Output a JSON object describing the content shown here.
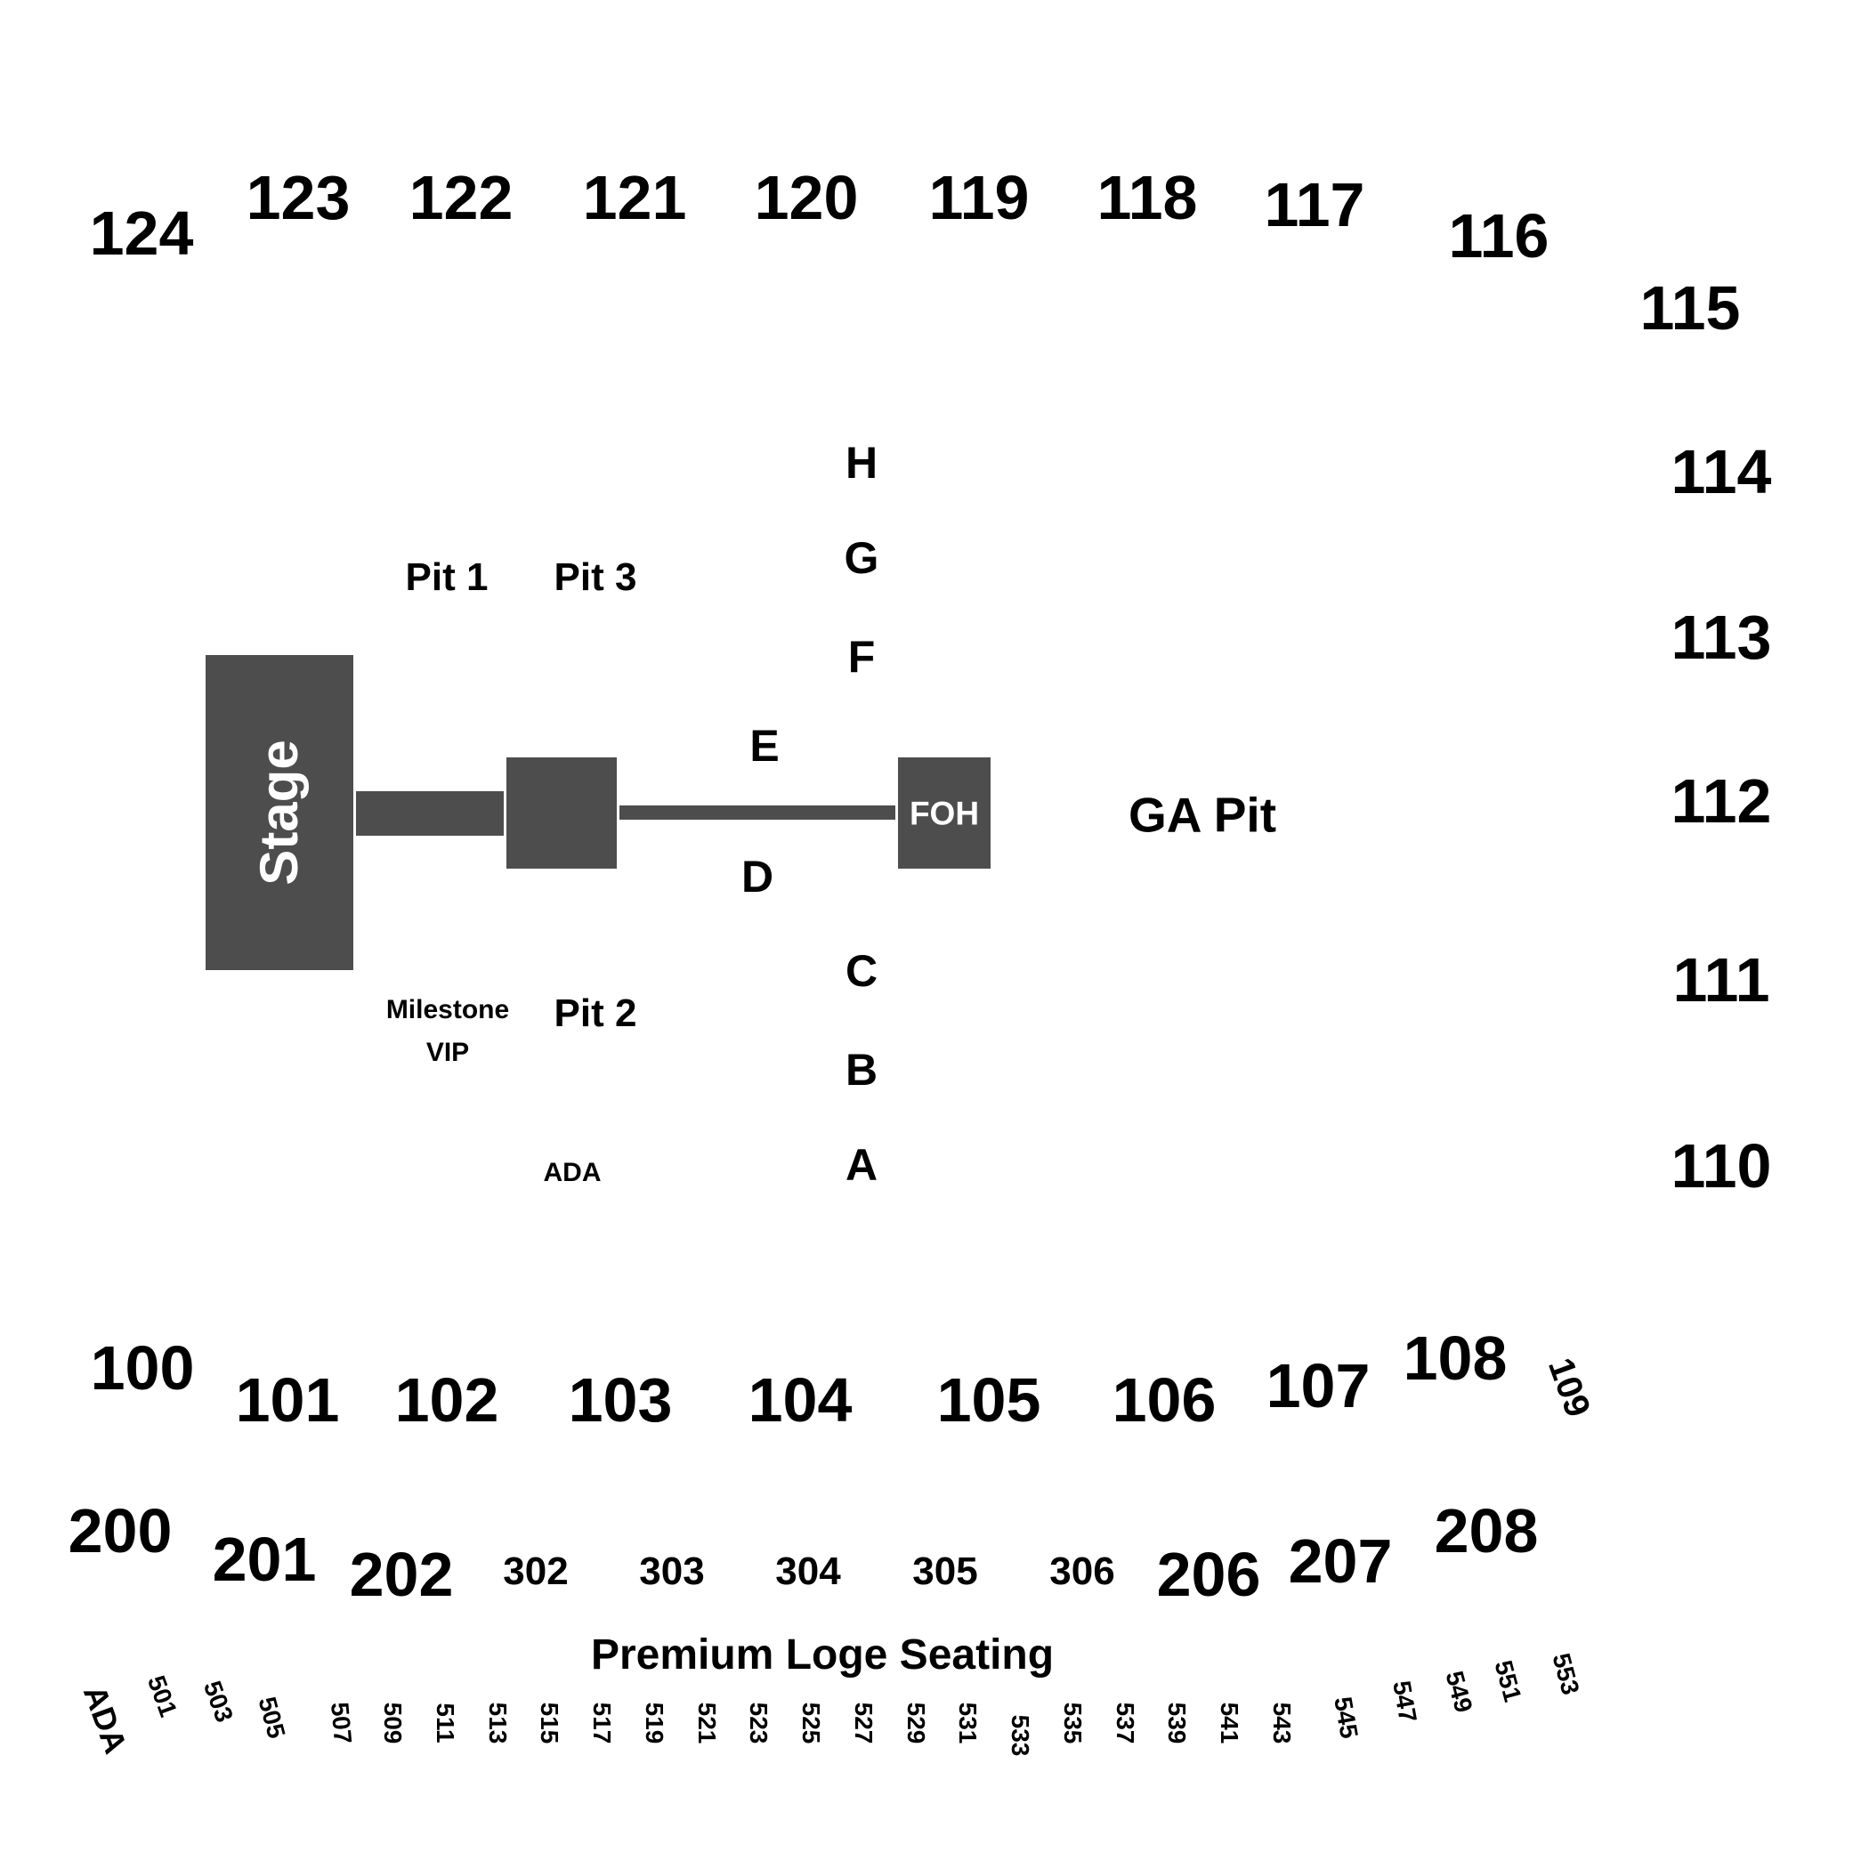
{
  "colors": {
    "background": "#ffffff",
    "text": "#000000",
    "stage": "#4d4d4d",
    "stage_text": "#ffffff"
  },
  "stage": {
    "stage_label": "Stage",
    "foh_label": "FOH"
  },
  "floor": {
    "pit_1": "Pit 1",
    "pit_2": "Pit 2",
    "pit_3": "Pit 3",
    "milestone_line1": "Milestone",
    "milestone_line2": "VIP",
    "ada": "ADA",
    "ga_pit": "GA Pit",
    "rows": [
      "H",
      "G",
      "F",
      "E",
      "D",
      "C",
      "B",
      "A"
    ]
  },
  "sections_top": [
    "124",
    "123",
    "122",
    "121",
    "120",
    "119",
    "118",
    "117",
    "116",
    "115"
  ],
  "sections_right": [
    "114",
    "113",
    "112",
    "111",
    "110"
  ],
  "sections_100_bottom": [
    "100",
    "101",
    "102",
    "103",
    "104",
    "105",
    "106",
    "107",
    "108",
    "109"
  ],
  "sections_200_300": [
    "200",
    "201",
    "202",
    "302",
    "303",
    "304",
    "305",
    "306",
    "206",
    "207",
    "208"
  ],
  "premium_loge_label": "Premium Loge Seating",
  "loge_boxes": [
    "ADA",
    "501",
    "503",
    "505",
    "507",
    "509",
    "511",
    "513",
    "515",
    "517",
    "519",
    "521",
    "523",
    "525",
    "527",
    "529",
    "531",
    "533",
    "535",
    "537",
    "539",
    "541",
    "543",
    "545",
    "547",
    "549",
    "551",
    "553"
  ]
}
